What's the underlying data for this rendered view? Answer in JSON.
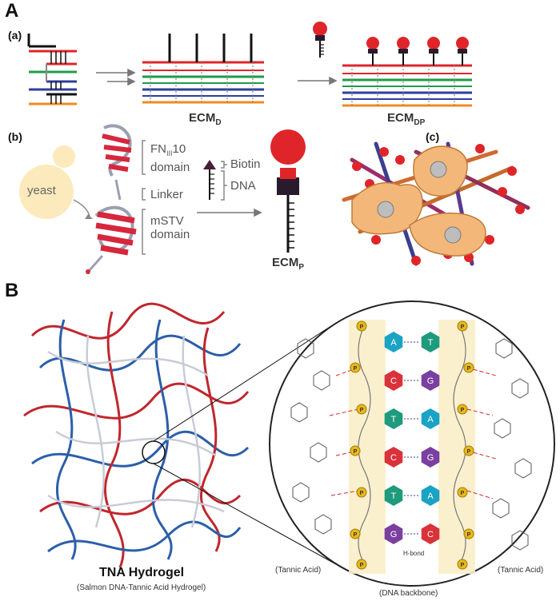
{
  "panel_a": {
    "letter": "A",
    "sub_a": "(a)",
    "sub_b": "(b)",
    "sub_c": "(c)",
    "ecm_d": {
      "main": "ECM",
      "sub": "D"
    },
    "ecm_dp": {
      "main": "ECM",
      "sub": "DP"
    },
    "ecm_p": {
      "main": "ECM",
      "sub": "P"
    },
    "yeast": "yeast",
    "fn_domain": {
      "pre": "FN",
      "sub": "III",
      "post": "10",
      "line2": "domain"
    },
    "linker": "Linker",
    "mstv": {
      "line1": "mSTV",
      "line2": "domain"
    },
    "biotin": "Biotin",
    "dna": "DNA"
  },
  "panel_b": {
    "letter": "B",
    "title": "TNA Hydrogel",
    "subtitle": "(Salmon DNA-Tannic Acid Hydrogel)",
    "tannic_left": "(Tannic Acid)",
    "tannic_right": "(Tannic Acid)",
    "backbone": "(DNA backbone)",
    "hbond": "H-bond",
    "phosphate": "P",
    "base_pairs": [
      {
        "left": "A",
        "right": "T"
      },
      {
        "left": "C",
        "right": "G"
      },
      {
        "left": "T",
        "right": "A"
      },
      {
        "left": "C",
        "right": "G"
      },
      {
        "left": "T",
        "right": "A"
      },
      {
        "left": "G",
        "right": "C"
      }
    ]
  },
  "colors": {
    "red_strand": "#e0252a",
    "green_strand": "#1f9b48",
    "blue_strand": "#2e3f9b",
    "orange_strand": "#f08a24",
    "protein_red": "#d7263d",
    "gold_p": "#e8b81a",
    "base_cyan": "#1aa3c4",
    "base_purple": "#7a3fa0",
    "base_red": "#d9323a",
    "base_teal": "#1e9a7c"
  }
}
